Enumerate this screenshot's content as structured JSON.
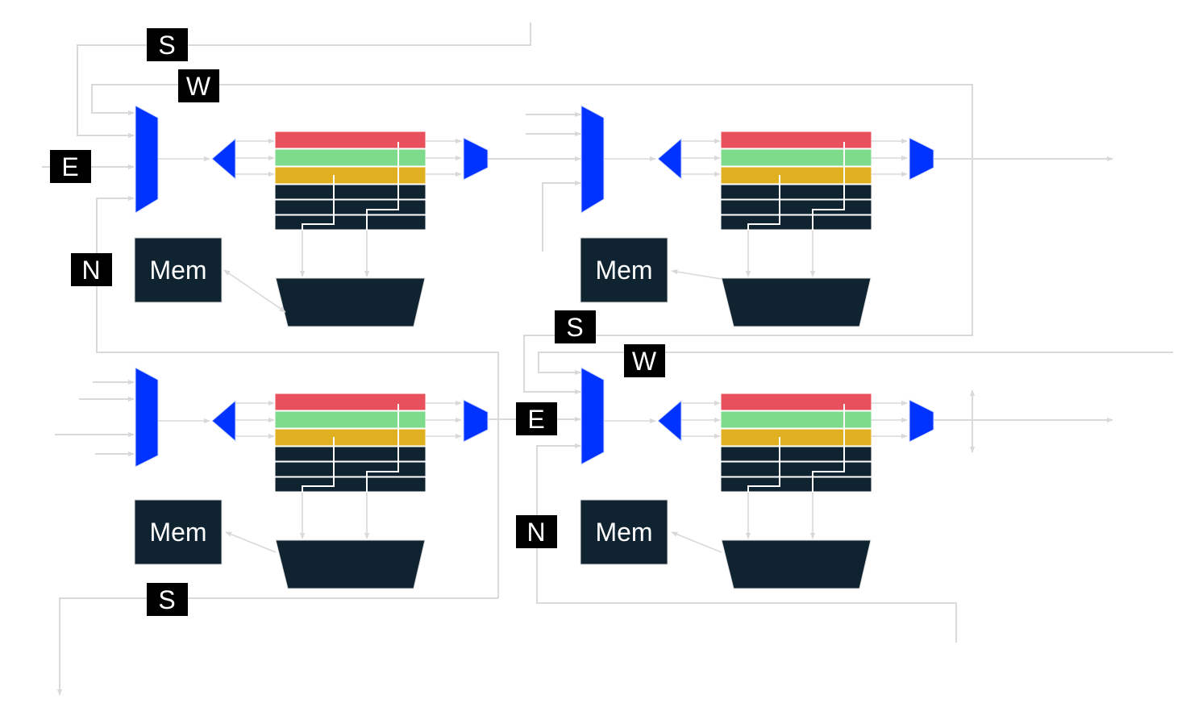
{
  "tiles": [
    {
      "id": "tile-top-left",
      "mem_label": "Mem"
    },
    {
      "id": "tile-top-right",
      "mem_label": "Mem"
    },
    {
      "id": "tile-bottom-left",
      "mem_label": "Mem"
    },
    {
      "id": "tile-bottom-right",
      "mem_label": "Mem"
    }
  ],
  "ports": [
    {
      "label": "S"
    },
    {
      "label": "W"
    },
    {
      "label": "E"
    },
    {
      "label": "N"
    },
    {
      "label": "S"
    },
    {
      "label": "W"
    },
    {
      "label": "E"
    },
    {
      "label": "N"
    },
    {
      "label": "S"
    }
  ],
  "colors": {
    "mux": "#0033ff",
    "dark": "#102331",
    "reg_red": "#e8505b",
    "reg_green": "#7ddb8b",
    "reg_yellow": "#e0b020",
    "wire": "#d9d9d9",
    "port_bg": "#000000"
  }
}
